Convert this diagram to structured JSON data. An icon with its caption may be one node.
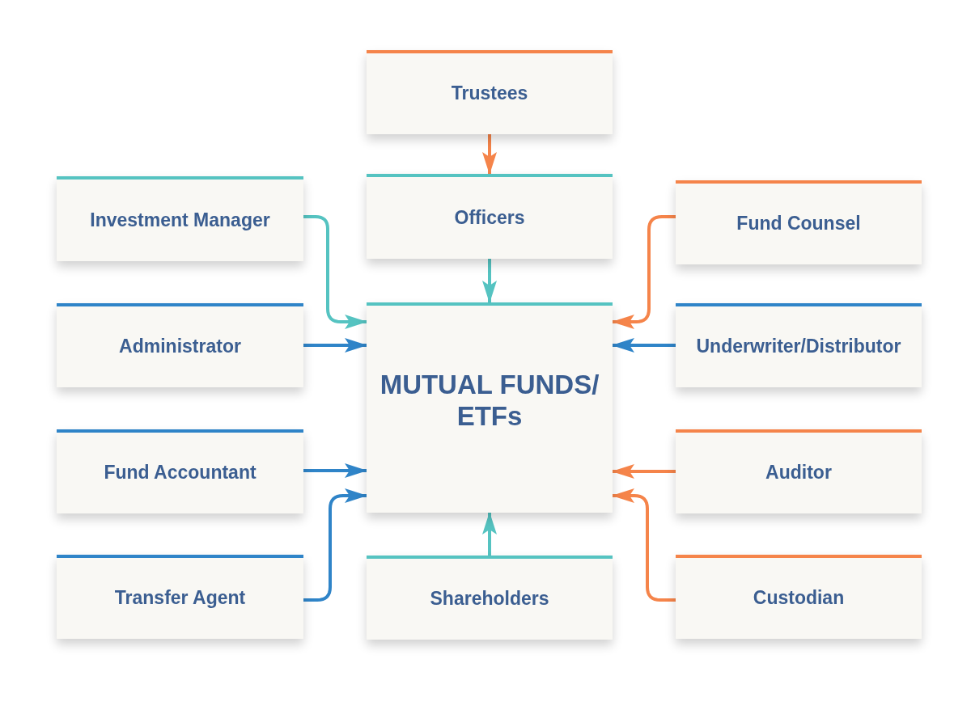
{
  "diagram": {
    "nodes": [
      {
        "text": [
          "Trustees"
        ]
      },
      {
        "text": [
          "Investment Manager"
        ]
      },
      {
        "text": [
          "Officers"
        ]
      },
      {
        "text": [
          "Fund Counsel"
        ]
      },
      {
        "text": [
          "Administrator"
        ]
      },
      {
        "text": [
          "MUTUAL FUNDS/ ETFs"
        ]
      },
      {
        "text": [
          "Underwriter/Distributor"
        ]
      },
      {
        "text": [
          "Fund Accountant"
        ]
      },
      {
        "text": [
          "Auditor"
        ]
      },
      {
        "text": [
          "Transfer Agent"
        ]
      },
      {
        "text": [
          "Shareholders"
        ]
      },
      {
        "text": [
          "Custodian"
        ]
      }
    ],
    "edges": [
      {
        "from": 0,
        "to": 2,
        "arrow": "to",
        "color": "#f5844a"
      },
      {
        "from": 1,
        "to": 5,
        "arrow": "to",
        "color": "#55c3c1"
      },
      {
        "from": 2,
        "to": 5,
        "arrow": "to",
        "color": "#55c3c1"
      },
      {
        "from": 3,
        "to": 5,
        "arrow": "to",
        "color": "#f5844a"
      },
      {
        "from": 4,
        "to": 5,
        "arrow": "to",
        "color": "#2f84c8"
      },
      {
        "from": 6,
        "to": 5,
        "arrow": "to",
        "color": "#2f84c8"
      },
      {
        "from": 7,
        "to": 5,
        "arrow": "to",
        "color": "#2f84c8"
      },
      {
        "from": 8,
        "to": 5,
        "arrow": "to",
        "color": "#f5844a"
      },
      {
        "from": 9,
        "to": 5,
        "arrow": "to",
        "color": "#2f84c8"
      },
      {
        "from": 10,
        "to": 5,
        "arrow": "to",
        "color": "#55c3c1"
      },
      {
        "from": 11,
        "to": 5,
        "arrow": "to",
        "color": "#f5844a"
      }
    ]
  }
}
